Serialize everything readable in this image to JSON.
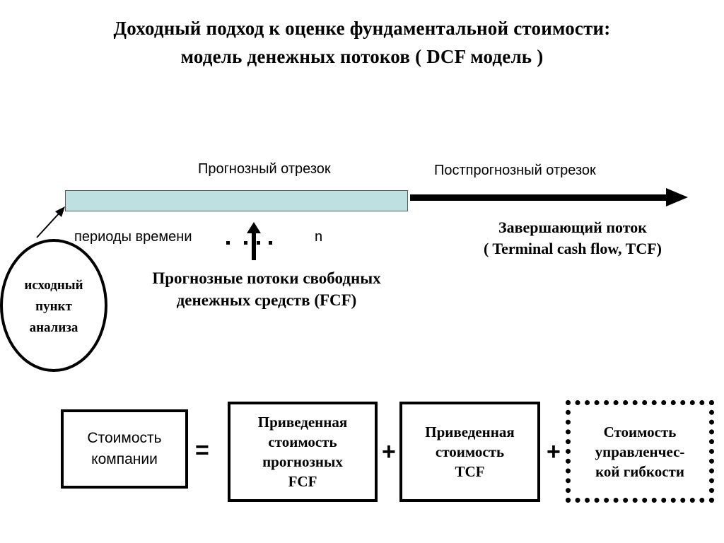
{
  "title": {
    "line1": "Доходный подход к оценке фундаментальной стоимости:",
    "line2": "модель денежных потоков ( DCF модель )"
  },
  "timeline": {
    "forecast_label": "Прогнозный отрезок",
    "postforecast_label": "Постпрогнозный отрезок",
    "periods_label": "периоды времени",
    "period_dots": [
      ".",
      ".",
      ".",
      "."
    ],
    "last_period": "n",
    "bar_color": "#bfe0e0",
    "bar_border_color": "#555c5c",
    "arrow_color": "#000000"
  },
  "captions": {
    "fcf": {
      "line1": "Прогнозные потоки свободных",
      "line2": "денежных средств (FCF)"
    },
    "tcf": {
      "line1": "Завершающий поток",
      "line2": "( Terminal cash flow, TCF)"
    }
  },
  "oval": {
    "line1": "исходный",
    "line2": "пункт",
    "line3": "анализа"
  },
  "equation": {
    "operators": {
      "equals": "=",
      "plus_1": "+",
      "plus_2": "+"
    },
    "boxes": [
      {
        "name": "company-value",
        "lines": [
          "Стоимость",
          "компании"
        ],
        "border": "solid"
      },
      {
        "name": "present-value-forecast-fcf",
        "lines": [
          "Приведенная",
          "стоимость",
          "прогнозных",
          "FCF"
        ],
        "border": "solid"
      },
      {
        "name": "present-value-tcf",
        "lines": [
          "Приведенная",
          "стоимость",
          "TCF"
        ],
        "border": "solid"
      },
      {
        "name": "managerial-flexibility-value",
        "lines": [
          "Стоимость",
          "управленчес-",
          "кой гибкости"
        ],
        "border": "dotted"
      }
    ]
  }
}
